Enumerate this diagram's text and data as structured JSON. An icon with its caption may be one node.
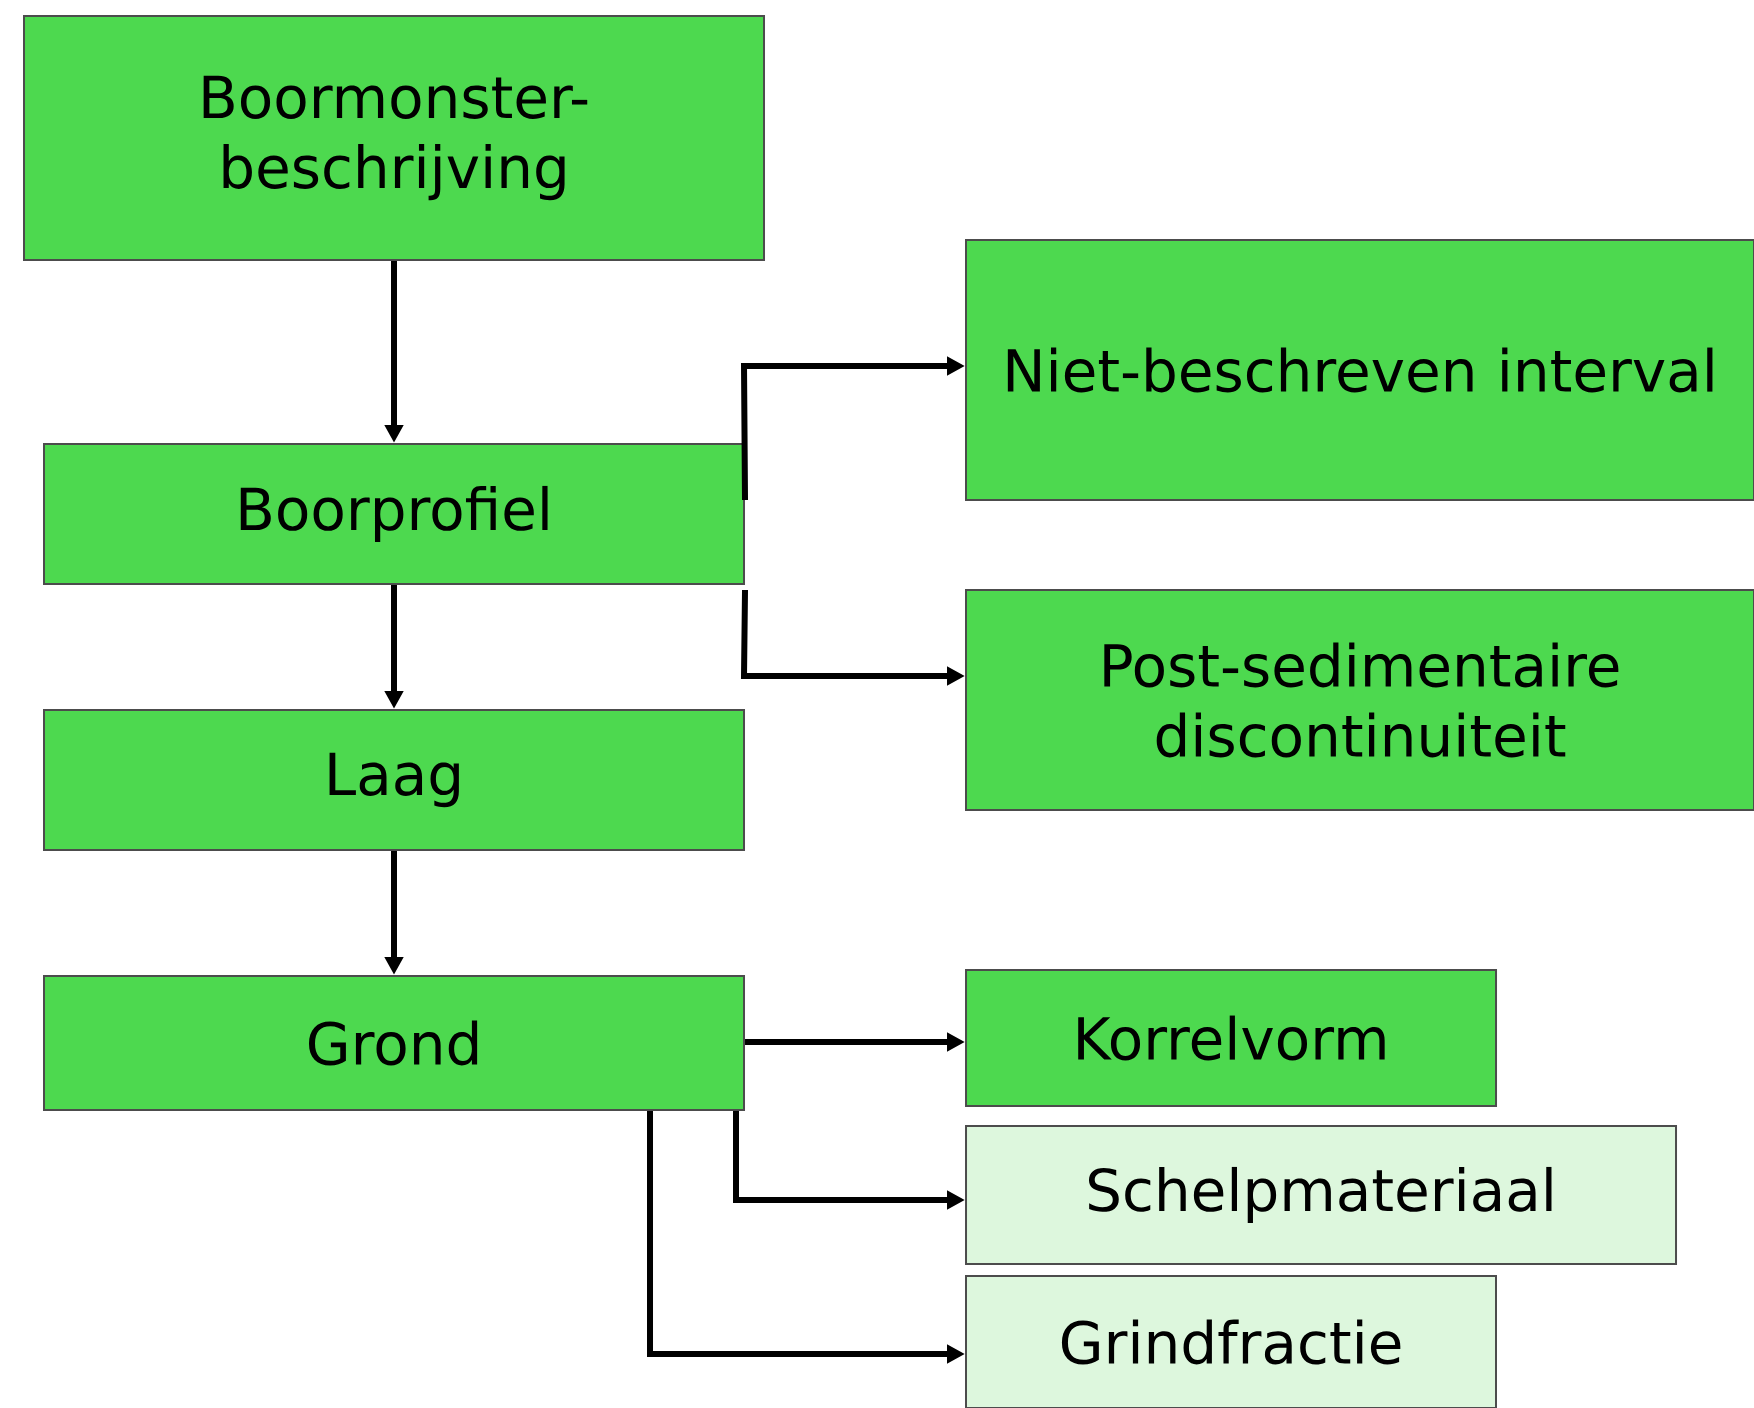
{
  "diagram": {
    "nodes": [
      {
        "text": [
          "Boormonster-beschrijving"
        ]
      },
      {
        "text": [
          "Boorprofiel"
        ]
      },
      {
        "text": [
          "Niet-beschreven interval"
        ]
      },
      {
        "text": [
          "Post-sedimentaire discontinuiteit"
        ]
      },
      {
        "text": [
          "Laag"
        ]
      },
      {
        "text": [
          "Grond"
        ]
      },
      {
        "text": [
          "Korrelvorm"
        ]
      },
      {
        "text": [
          "Schelpmateriaal"
        ]
      },
      {
        "text": [
          "Grindfractie"
        ]
      }
    ],
    "edges": [
      {
        "from": 0,
        "to": 1,
        "arrow": "to"
      },
      {
        "from": 1,
        "to": 2,
        "arrow": "to"
      },
      {
        "from": 1,
        "to": 3,
        "arrow": "to"
      },
      {
        "from": 1,
        "to": 4,
        "arrow": "to"
      },
      {
        "from": 4,
        "to": 5,
        "arrow": "to"
      },
      {
        "from": 5,
        "to": 6,
        "arrow": "to"
      },
      {
        "from": 5,
        "to": 7,
        "arrow": "to"
      },
      {
        "from": 5,
        "to": 8,
        "arrow": "to"
      }
    ]
  }
}
